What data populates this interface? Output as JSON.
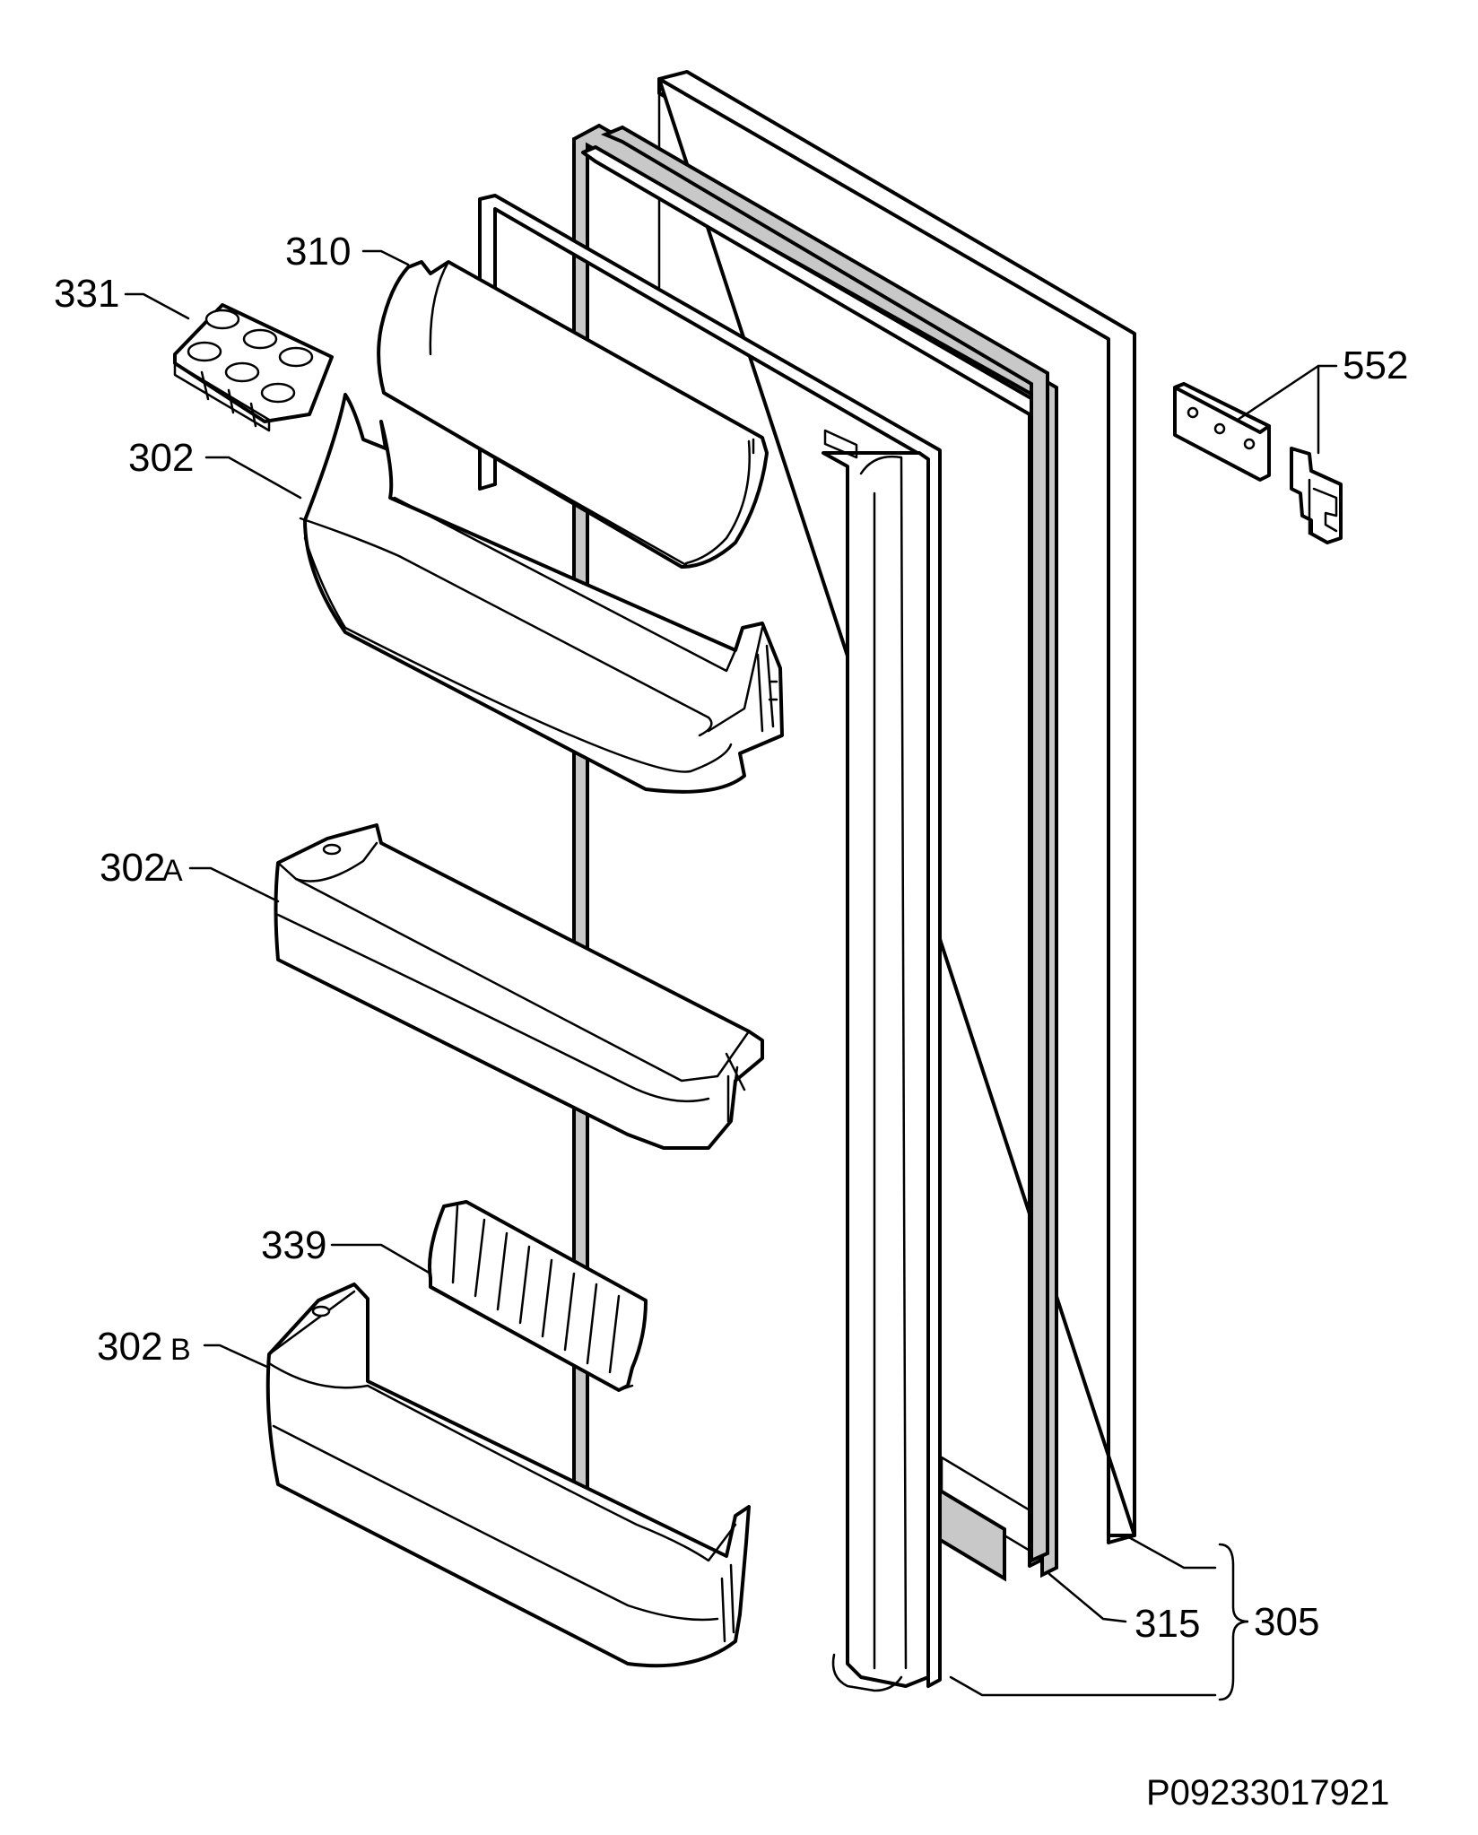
{
  "labels": {
    "p331": "331",
    "p310": "310",
    "p302": "302",
    "p302a": "302",
    "p302a_suffix": "A",
    "p302b": "302",
    "p302b_suffix": "B",
    "p339": "339",
    "p552": "552",
    "p315": "315",
    "p305": "305"
  },
  "drawing_code": "P09233017921"
}
